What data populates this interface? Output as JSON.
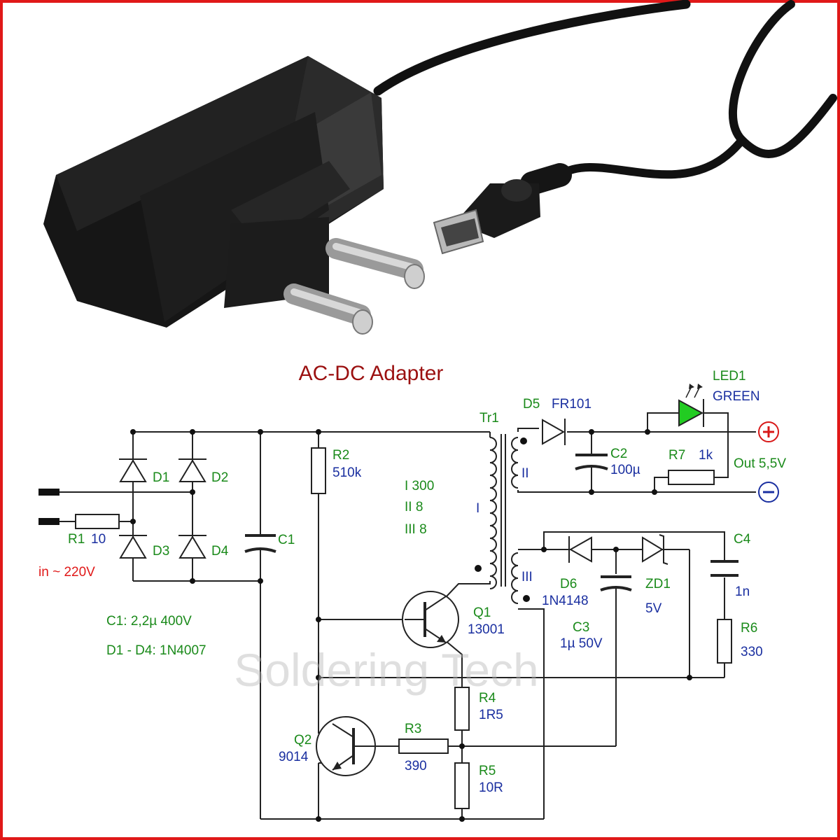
{
  "title": "AC-DC Adapter",
  "watermark": "Soldering Tech",
  "photo": {
    "subject": "black USB charger with EU plug and micro-USB cable"
  },
  "input": {
    "label": "in ~ 220V"
  },
  "notes": {
    "c1": "C1: 2,2µ 400V",
    "bridge": "D1 - D4: 1N4007"
  },
  "components": {
    "d1": "D1",
    "d2": "D2",
    "d3": "D3",
    "d4": "D4",
    "r1": "R1",
    "r1_value": "10",
    "c1": "C1",
    "r2": "R2",
    "r2_value": "510k",
    "tr1": "Tr1",
    "windings": {
      "w1": "I  300",
      "w2": "II  8",
      "w3": "III  8",
      "i": "I",
      "ii": "II",
      "iii": "III"
    },
    "d5": "D5",
    "d5_value": "FR101",
    "c2": "C2",
    "c2_value": "100µ",
    "led1": "LED1",
    "led1_value": "GREEN",
    "r7": "R7",
    "r7_value": "1k",
    "out": "Out 5,5V",
    "plus": "+",
    "minus": "−",
    "c4": "C4",
    "c4_value": "1n",
    "d6": "D6",
    "d6_value": "1N4148",
    "c3": "C3",
    "c3_value": "1µ 50V",
    "zd1": "ZD1",
    "zd1_value": "5V",
    "q1": "Q1",
    "q1_value": "13001",
    "r6": "R6",
    "r6_value": "330",
    "r4": "R4",
    "r4_value": "1R5",
    "q2": "Q2",
    "q2_value": "9014",
    "r3": "R3",
    "r3_value": "390",
    "r5": "R5",
    "r5_value": "10R"
  },
  "colors": {
    "frame": "#e01818",
    "title": "#9b1010",
    "part_name": "#1a8a1a",
    "part_value": "#1a2fa0",
    "led": "#22cc22",
    "terminal": "#d81818",
    "terminal_minus": "#1a2fa0"
  }
}
